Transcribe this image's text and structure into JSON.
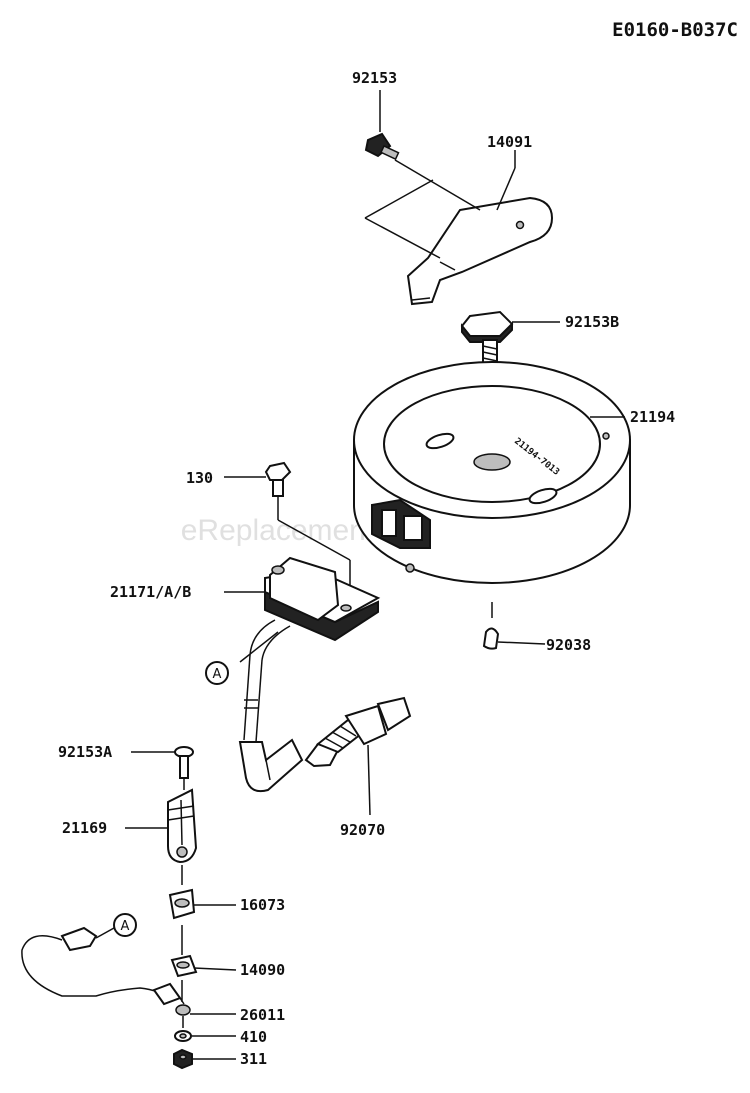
{
  "diagram_code": "E0160-B037C",
  "watermark": "eReplacementParts.com",
  "callouts": {
    "c_92153": "92153",
    "c_14091": "14091",
    "c_92153B": "92153B",
    "c_21194": "21194",
    "c_130": "130",
    "c_21171": "21171/A/B",
    "c_92038": "92038",
    "c_92153A": "92153A",
    "c_92070": "92070",
    "c_21169": "21169",
    "c_16073": "16073",
    "c_14090": "14090",
    "c_26011": "26011",
    "c_410": "410",
    "c_311": "311"
  },
  "flywheel_marking": "21194-7013",
  "connector_marker": "A"
}
